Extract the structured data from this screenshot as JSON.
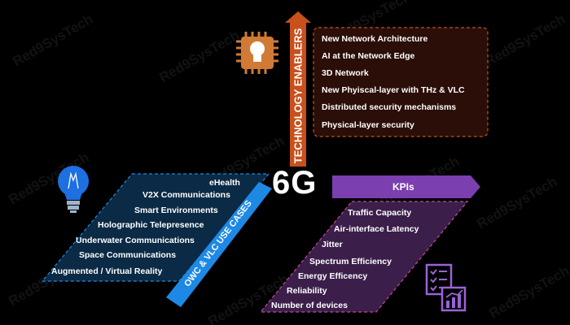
{
  "center_label": "6G",
  "watermark": "Red9SysTech",
  "technology_enablers": {
    "title": "TECHNOLOGY ENABLERS",
    "items": [
      "New Network Architecture",
      "AI at the Network Edge",
      "3D Network",
      "New Phyiscal-layer with THz  & VLC",
      "Distributed security mechanisms",
      "Physical-layer security"
    ]
  },
  "use_cases": {
    "title": "OWC & VLC USE CASES",
    "items": [
      "eHealth",
      "V2X Communications",
      "Smart Environments",
      "Holographic Telepresence",
      "Underwater Communications",
      "Space Communications",
      "Augmented / Virtual  Reality"
    ]
  },
  "kpis": {
    "title": "KPIs",
    "items": [
      "Traffic Capacity",
      "Air-interface Latency",
      "Jitter",
      "Spectrum Efficiency",
      "Energy Efficency",
      "Reliability",
      "Number of devices"
    ]
  },
  "colors": {
    "enablers_accent": "#c8501c",
    "use_cases_accent": "#1e88e5",
    "use_cases_panel": "#0b2a45",
    "kpis_accent": "#7b3fb0",
    "kpis_panel": "#3b1f4a",
    "enablers_panel": "#2b0e07"
  },
  "icons": [
    "chip-bulb-icon",
    "lightbulb-icon",
    "checklist-chart-icon"
  ]
}
